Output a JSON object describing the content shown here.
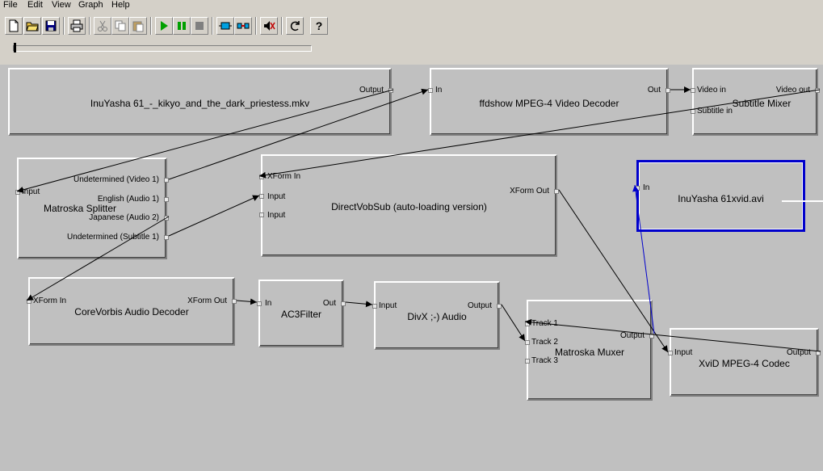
{
  "menu": [
    "File",
    "Edit",
    "View",
    "Graph",
    "Help"
  ],
  "toolbar": [
    {
      "name": "new-file-icon",
      "glyph": "new"
    },
    {
      "name": "open-folder-icon",
      "glyph": "open"
    },
    {
      "name": "save-icon",
      "glyph": "save"
    },
    {
      "name": "print-icon",
      "glyph": "print"
    },
    {
      "name": "cut-icon",
      "glyph": "cut"
    },
    {
      "name": "copy-icon",
      "glyph": "copy"
    },
    {
      "name": "paste-icon",
      "glyph": "paste"
    },
    {
      "name": "play-icon",
      "glyph": "play"
    },
    {
      "name": "pause-icon",
      "glyph": "pause"
    },
    {
      "name": "stop-icon",
      "glyph": "stop"
    },
    {
      "name": "insert-filters-icon",
      "glyph": "filter"
    },
    {
      "name": "connect-pins-icon",
      "glyph": "connect"
    },
    {
      "name": "mute-icon",
      "glyph": "mute"
    },
    {
      "name": "refresh-icon",
      "glyph": "refresh"
    },
    {
      "name": "help-icon",
      "glyph": "help"
    }
  ],
  "seek_position": 0,
  "colors": {
    "canvas": "#c0c0c0",
    "selected_border": "#0000cc",
    "wire": "#000000",
    "selected_wire": "#0000cc"
  },
  "filters": {
    "source": {
      "name": "InuYasha 61_-_kikyo_and_the_dark_priestess.mkv",
      "out": [
        "Output"
      ]
    },
    "ffdshow": {
      "name": "ffdshow MPEG-4 Video Decoder",
      "in": [
        "In"
      ],
      "out": [
        "Out"
      ]
    },
    "mixer": {
      "name": "Subtitle Mixer",
      "in": [
        "Video in",
        "Subtitle in"
      ],
      "out": [
        "Video out"
      ]
    },
    "splitter": {
      "name": "Matroska Splitter",
      "in": [
        "Input"
      ],
      "out": [
        "Undetermined (Video 1)",
        "English (Audio 1)",
        "Japanese (Audio 2)",
        "Undetermined (Subtitle 1)"
      ]
    },
    "vobsub": {
      "name": "DirectVobSub (auto-loading version)",
      "in": [
        "XForm In",
        "Input",
        "Input"
      ],
      "out": [
        "XForm Out"
      ]
    },
    "avi": {
      "name": "InuYasha 61xvid.avi",
      "in": [
        "In"
      ]
    },
    "vorbis": {
      "name": "CoreVorbis Audio Decoder",
      "in": [
        "XForm In"
      ],
      "out": [
        "XForm Out"
      ]
    },
    "ac3": {
      "name": "AC3Filter",
      "in": [
        "In"
      ],
      "out": [
        "Out"
      ]
    },
    "divx": {
      "name": "DivX ;-) Audio",
      "in": [
        "Input"
      ],
      "out": [
        "Output"
      ]
    },
    "muxer": {
      "name": "Matroska Muxer",
      "in": [
        "Track 1",
        "Track 2",
        "Track 3"
      ],
      "out": [
        "Output"
      ]
    },
    "xvid": {
      "name": "XviD MPEG-4 Codec",
      "in": [
        "Input"
      ],
      "out": [
        "Output"
      ]
    }
  }
}
